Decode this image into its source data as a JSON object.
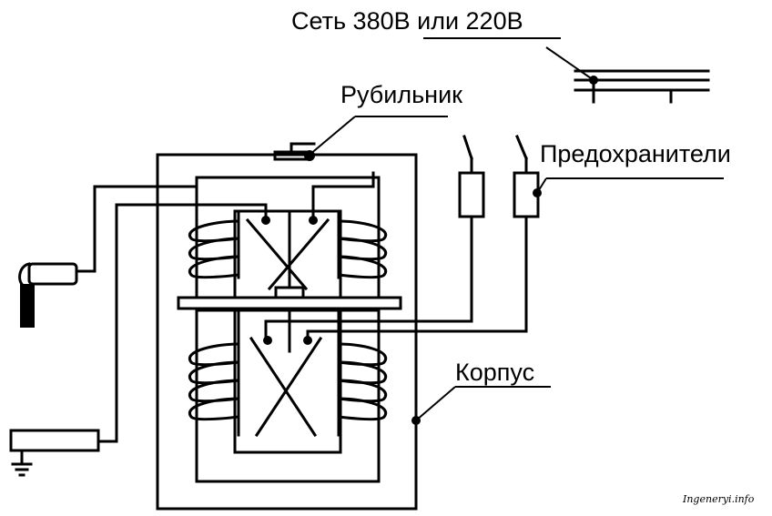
{
  "labels": {
    "network": "Сеть 380В или 220В",
    "switch": "Рубильник",
    "fuses": "Предохранители",
    "housing": "Корпус"
  },
  "watermark": "Ingeneryi.info"
}
